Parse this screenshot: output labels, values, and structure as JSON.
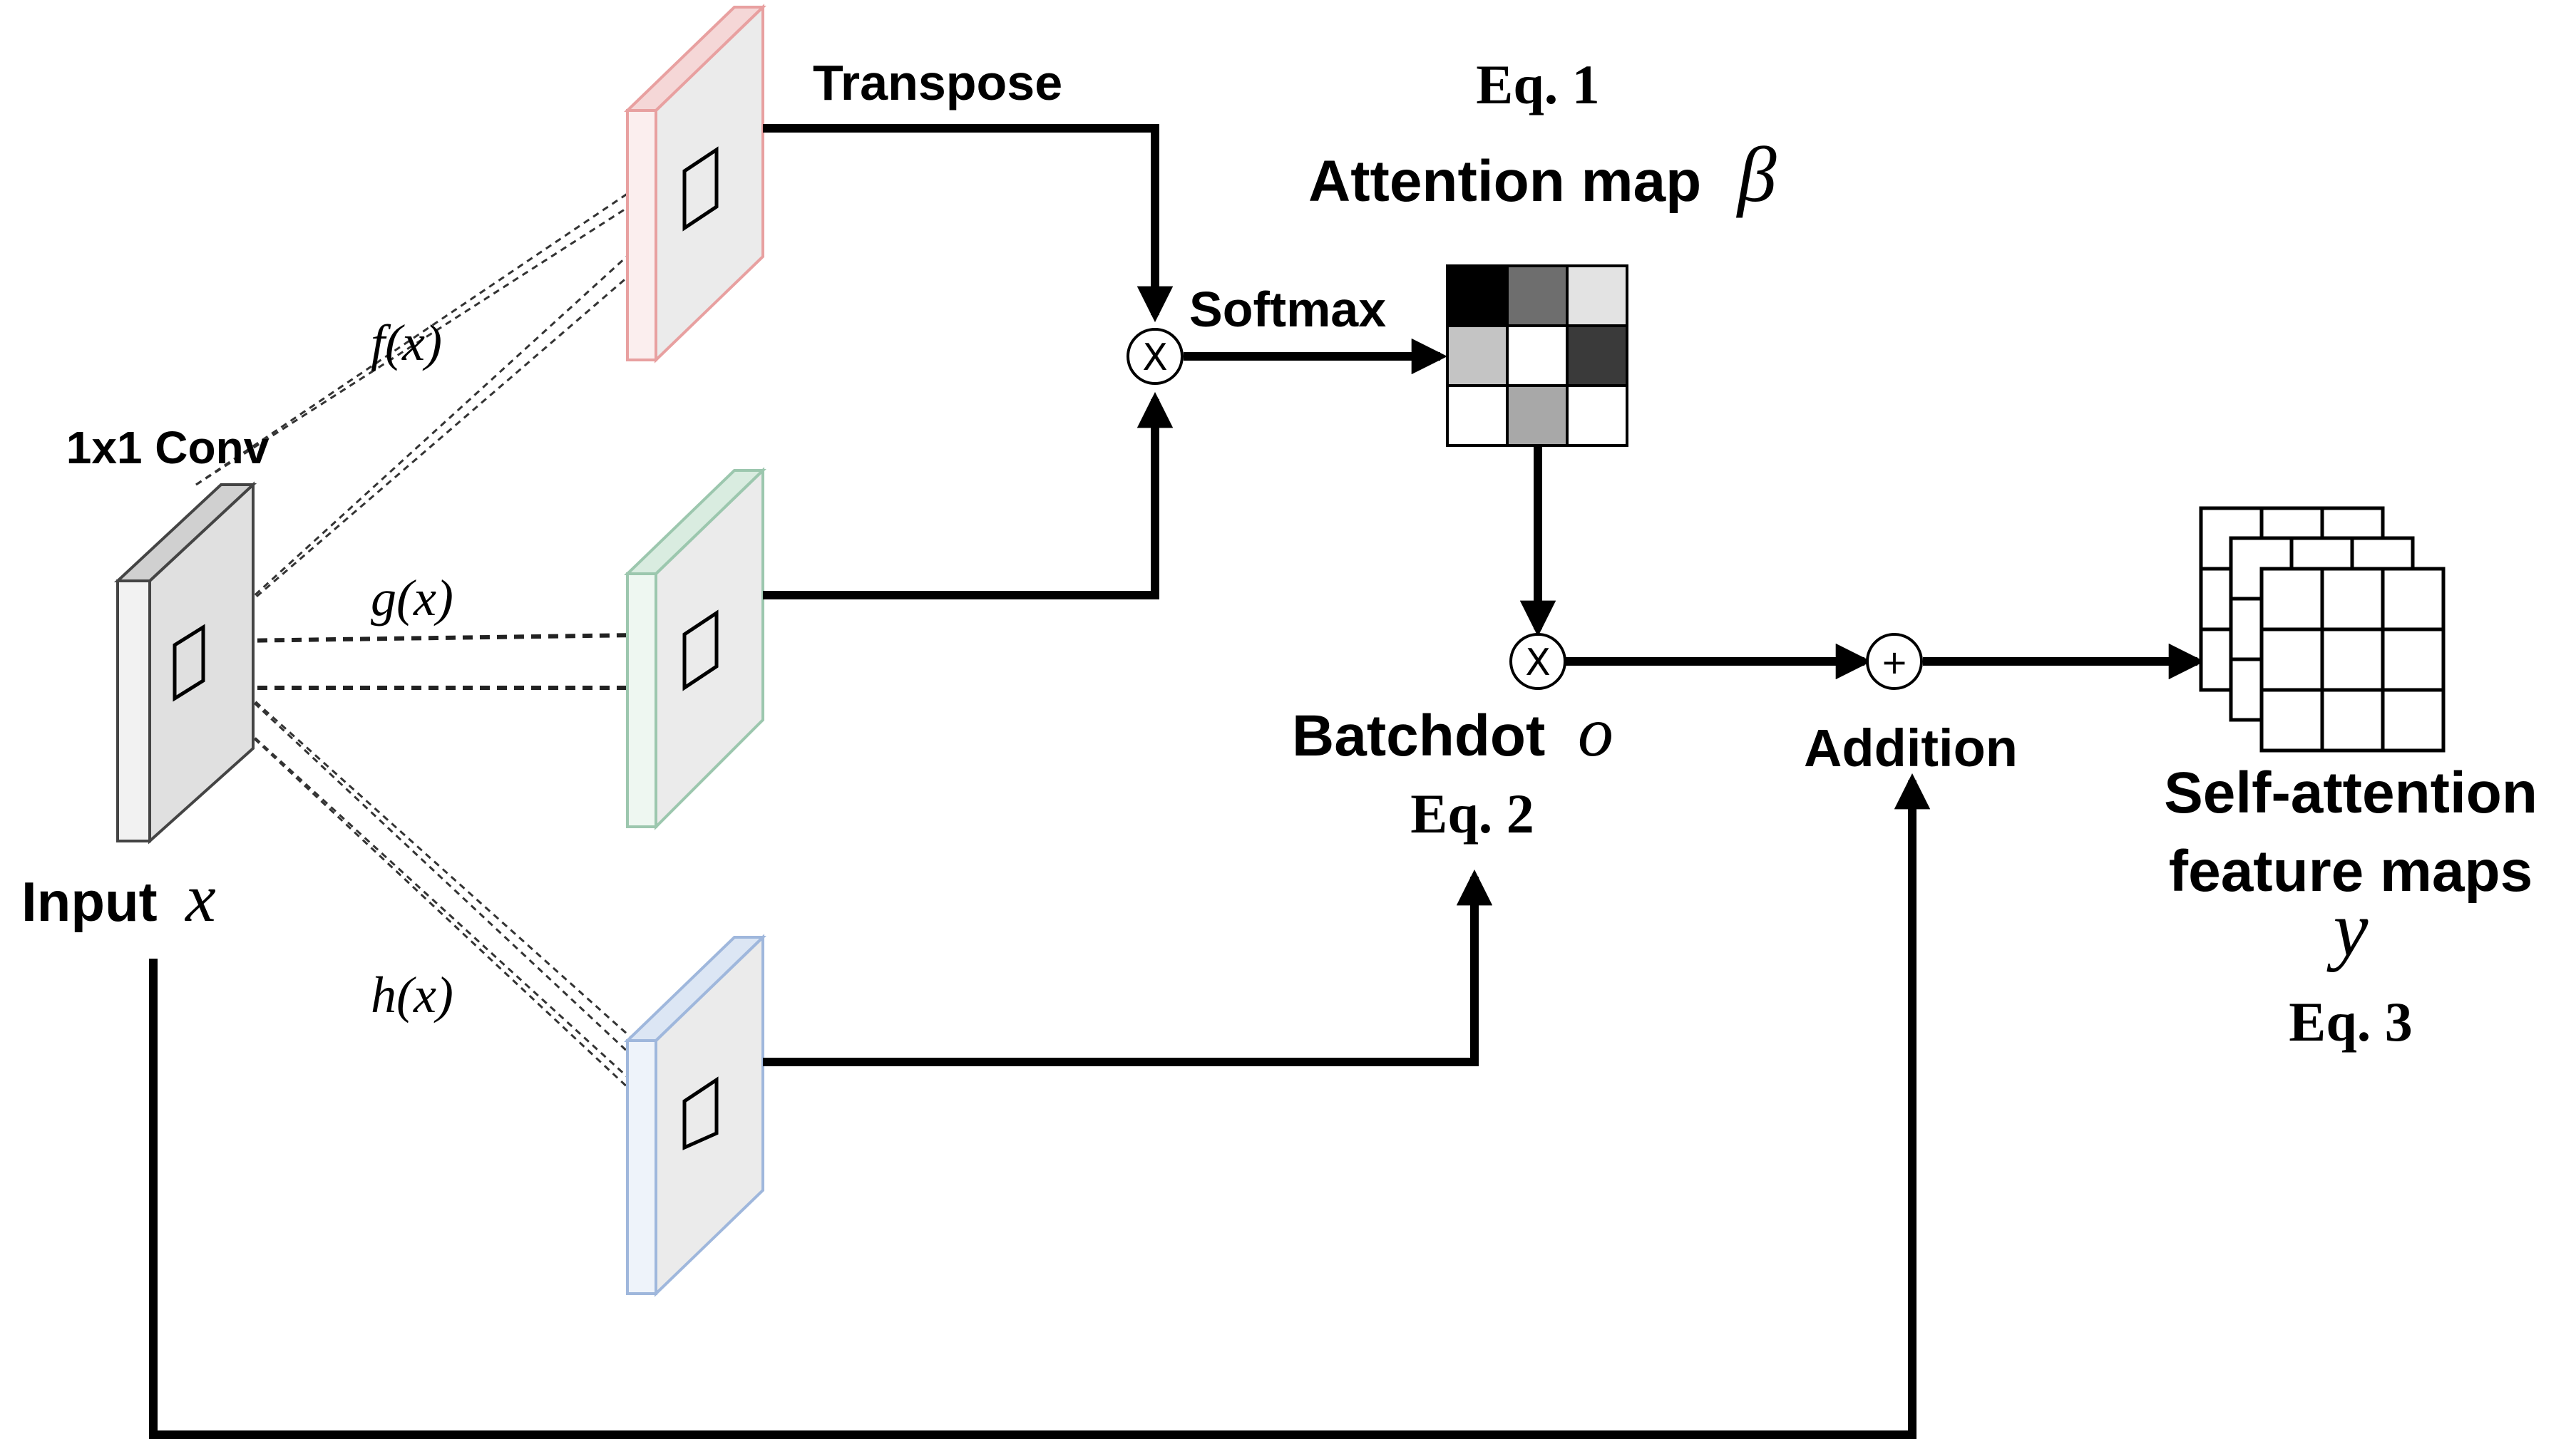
{
  "labels": {
    "conv": "1x1 Conv",
    "input": "Input",
    "input_var": "x",
    "f": "f(x)",
    "g": "g(x)",
    "h": "h(x)",
    "transpose": "Transpose",
    "softmax": "Softmax",
    "eq1": "Eq. 1",
    "attention_map": "Attention map",
    "beta": "β",
    "batchdot": "Batchdot",
    "o_var": "o",
    "eq2": "Eq. 2",
    "addition": "Addition",
    "self_attention_line1": "Self-attention",
    "self_attention_line2": "feature maps",
    "y_var": "y",
    "eq3": "Eq. 3"
  },
  "operators": {
    "multiply": "X",
    "add": "+"
  },
  "attention_map_grid": [
    [
      "#000000",
      "#6e6e6e",
      "#e3e3e3"
    ],
    [
      "#c4c4c4",
      "#ffffff",
      "#3a3a3a"
    ],
    [
      "#ffffff",
      "#a8a8a8",
      "#ffffff"
    ]
  ],
  "colors": {
    "f_branch": "#e8a0a0",
    "g_branch": "#9cc7ae",
    "h_branch": "#9fb7dc",
    "block_fill": "#ebebeb",
    "line": "#000000"
  }
}
